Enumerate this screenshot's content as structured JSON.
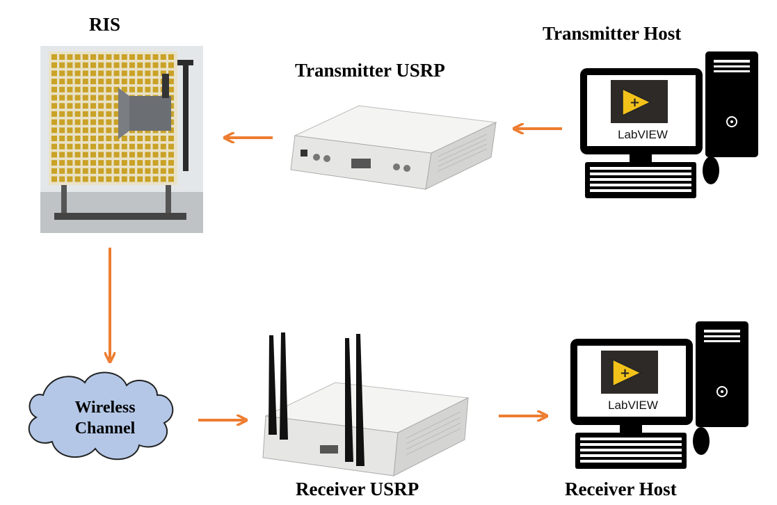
{
  "labels": {
    "ris": "RIS",
    "transmitter_host": "Transmitter Host",
    "transmitter_usrp": "Transmitter USRP",
    "receiver_usrp": "Receiver USRP",
    "receiver_host": "Receiver Host",
    "cloud_line1": "Wireless",
    "cloud_line2": "Channel"
  },
  "software": {
    "logo_text": "LabVIEW"
  },
  "colors": {
    "arrow": "#ED7D31",
    "cloud_fill": "#B4C7E7",
    "ris_element": "#C9A227"
  }
}
